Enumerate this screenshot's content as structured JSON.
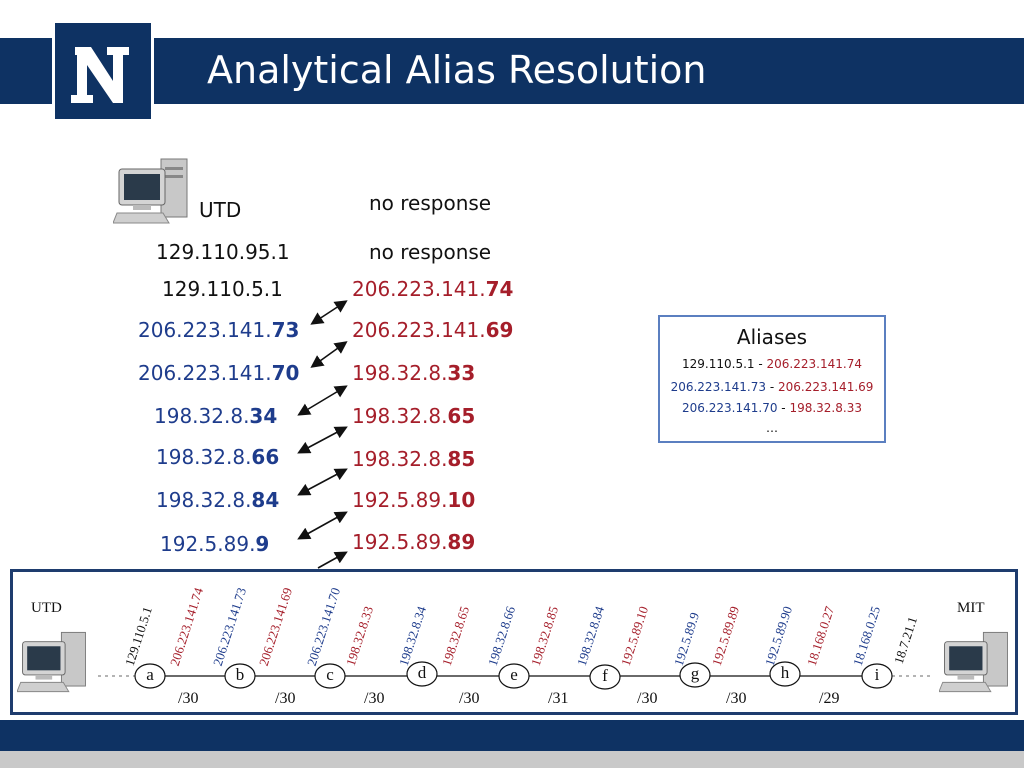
{
  "slide": {
    "title": "Analytical Alias Resolution",
    "logo_text": "N"
  },
  "left_column": {
    "utd_label": "UTD",
    "items": [
      {
        "base": "129.110.95.1",
        "bold": ""
      },
      {
        "base": "129.110.5.1",
        "bold": ""
      },
      {
        "base": "206.223.141.",
        "bold": "73"
      },
      {
        "base": "206.223.141.",
        "bold": "70"
      },
      {
        "base": "198.32.8.",
        "bold": "34"
      },
      {
        "base": "198.32.8.",
        "bold": "66"
      },
      {
        "base": "198.32.8.",
        "bold": "84"
      },
      {
        "base": "192.5.89.",
        "bold": "9"
      }
    ]
  },
  "right_column": {
    "items": [
      {
        "base": "no response",
        "bold": ""
      },
      {
        "base": "no response",
        "bold": ""
      },
      {
        "base": "206.223.141.",
        "bold": "74"
      },
      {
        "base": "206.223.141.",
        "bold": "69"
      },
      {
        "base": "198.32.8.",
        "bold": "33"
      },
      {
        "base": "198.32.8.",
        "bold": "65"
      },
      {
        "base": "198.32.8.",
        "bold": "85"
      },
      {
        "base": "192.5.89.",
        "bold": "10"
      },
      {
        "base": "192.5.89.",
        "bold": "89"
      }
    ]
  },
  "aliases": {
    "title": "Aliases",
    "rows": [
      {
        "left": "129.110.5.1",
        "sep": " - ",
        "right": "206.223.141.74"
      },
      {
        "left": "206.223.141.73",
        "sep": " - ",
        "right": "206.223.141.69"
      },
      {
        "left": "206.223.141.70",
        "sep": " - ",
        "right": "198.32.8.33"
      }
    ],
    "ellipsis": "…"
  },
  "diagram": {
    "left_host": "UTD",
    "right_host": "MIT",
    "nodes": [
      "a",
      "b",
      "c",
      "d",
      "e",
      "f",
      "g",
      "h",
      "i"
    ],
    "masks": [
      "/30",
      "/30",
      "/30",
      "/30",
      "/31",
      "/30",
      "/30",
      "/29"
    ],
    "interfaces": [
      "129.110.5.1",
      "206.223.141.74",
      "206.223.141.73",
      "206.223.141.69",
      "206.223.141.70",
      "198.32.8.33",
      "198.32.8.34",
      "198.32.8.65",
      "198.32.8.66",
      "198.32.8.85",
      "198.32.8.84",
      "192.5.89.10",
      "192.5.89.9",
      "192.5.89.89",
      "192.5.89.90",
      "18.168.0.27",
      "18.168.0.25",
      "18.7.21.1"
    ]
  },
  "colors": {
    "navy": "#0e3263",
    "blue_text": "#1e3c8c",
    "red_text": "#a51e2a",
    "box_border": "#5b7fc0"
  }
}
